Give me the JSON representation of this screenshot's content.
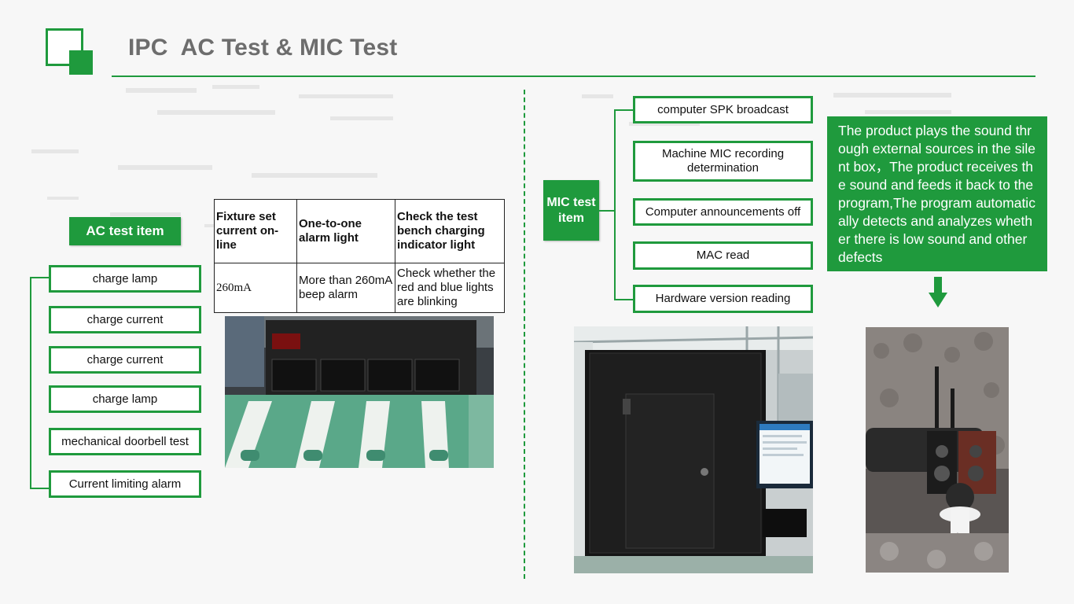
{
  "header": {
    "title": "IPC  AC Test & MIC Test"
  },
  "ac_section": {
    "header_label": "AC test item",
    "items": [
      {
        "label": "charge lamp"
      },
      {
        "label": "charge current"
      },
      {
        "label": "charge current"
      },
      {
        "label": "charge lamp"
      },
      {
        "label": "mechanical doorbell test"
      },
      {
        "label": "Current limiting alarm"
      }
    ],
    "table": {
      "headers": [
        "Fixture set current on-line",
        "One-to-one alarm light",
        "Check the test bench charging indicator light"
      ],
      "row": [
        "260mA",
        "More than 260mA beep alarm",
        "Check whether the red and blue lights are blinking"
      ]
    }
  },
  "mic_section": {
    "header_label": "MIC test item",
    "items": [
      {
        "label": "computer SPK broadcast"
      },
      {
        "label": "Machine MIC recording determination"
      },
      {
        "label": "Computer announcements off"
      },
      {
        "label": "MAC read"
      },
      {
        "label": "Hardware version reading"
      }
    ],
    "description": "The product plays the sound through external sources in the silent box，The product receives the sound and feeds it back to the program,The program automatically detects and analyzes whether there is low sound and other defects"
  },
  "icons": {
    "logo": "square-logo-icon",
    "arrow": "arrow-down-icon"
  },
  "colors": {
    "accent": "#1f9a3d",
    "title_text": "#6d6d6d"
  }
}
